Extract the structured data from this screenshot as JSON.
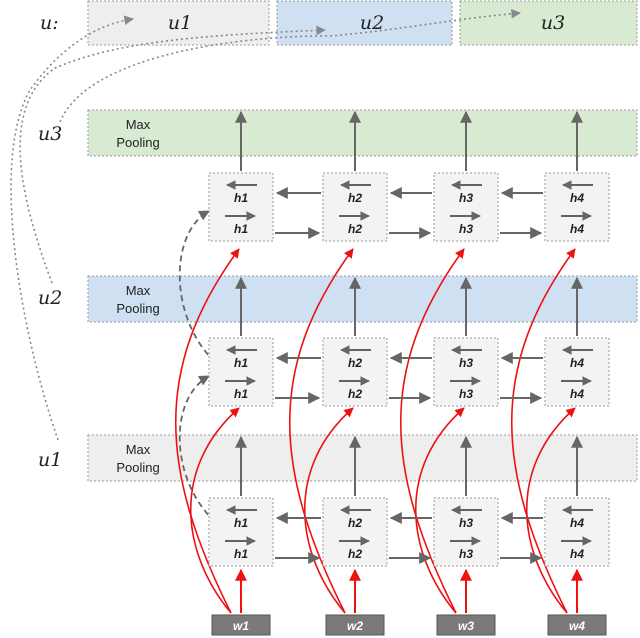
{
  "u_row": {
    "label": "u:",
    "cells": [
      {
        "label": "u1",
        "color": "#eeeeee"
      },
      {
        "label": "u2",
        "color": "#cfe0f3"
      },
      {
        "label": "u3",
        "color": "#d9ead3"
      }
    ]
  },
  "layers": [
    {
      "label": "u1",
      "pool_line1": "Max",
      "pool_line2": "Pooling",
      "color": "#eeeeee"
    },
    {
      "label": "u2",
      "pool_line1": "Max",
      "pool_line2": "Pooling",
      "color": "#cfe0f3"
    },
    {
      "label": "u3",
      "pool_line1": "Max",
      "pool_line2": "Pooling",
      "color": "#d9ead3"
    }
  ],
  "hidden_labels": [
    "h1",
    "h2",
    "h3",
    "h4"
  ],
  "words": [
    "w1",
    "w2",
    "w3",
    "w4"
  ],
  "colors": {
    "edge_red": "#ee1111",
    "arrow_gray": "#666666",
    "word_box": "#7a7a7a",
    "cell_fill": "#f3f3f3",
    "dotted": "#888888"
  }
}
